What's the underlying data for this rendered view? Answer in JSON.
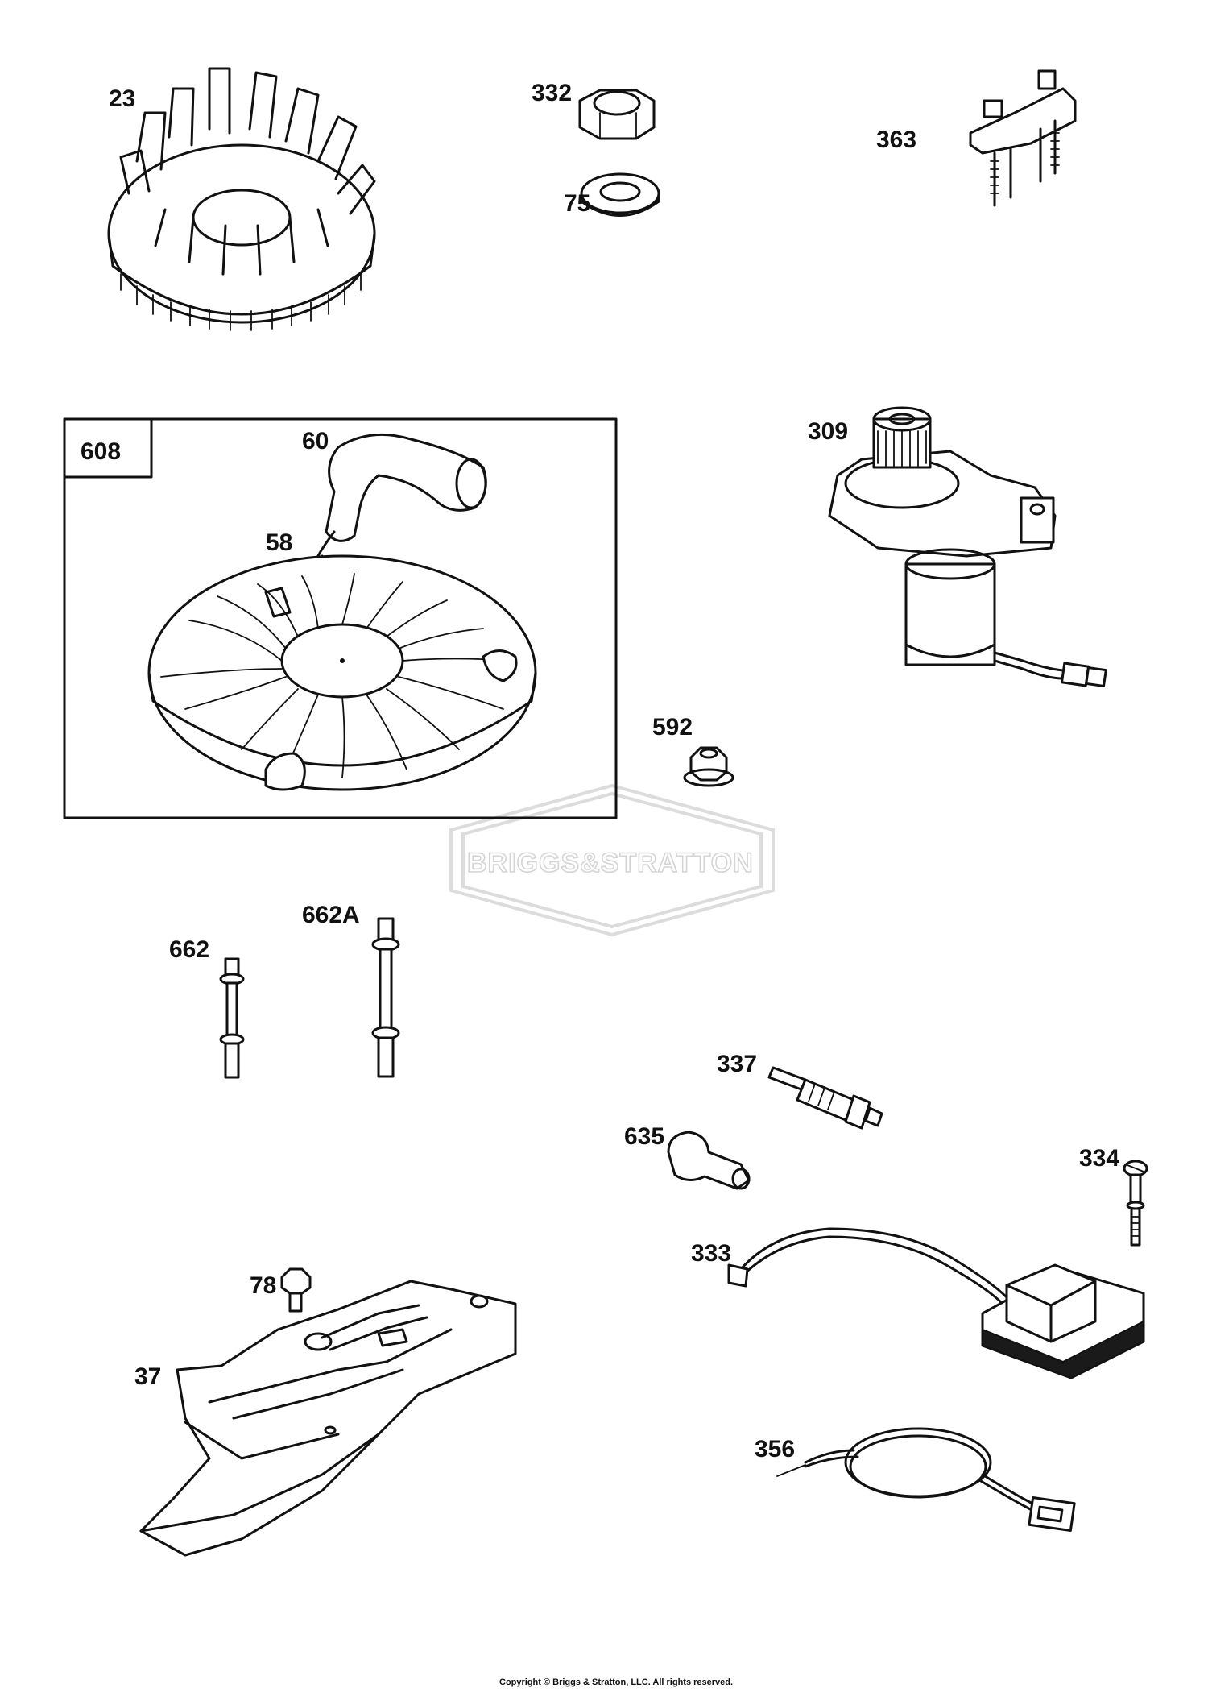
{
  "diagram": {
    "callouts": {
      "p23": "23",
      "p332": "332",
      "p75": "75",
      "p363": "363",
      "p608": "608",
      "p60": "60",
      "p58": "58",
      "p309": "309",
      "p592": "592",
      "p662": "662",
      "p662a": "662A",
      "p337": "337",
      "p635": "635",
      "p334": "334",
      "p333": "333",
      "p78": "78",
      "p37": "37",
      "p356": "356"
    },
    "watermark": "BRIGGS&STRATTON",
    "copyright": "Copyright © Briggs & Stratton, LLC. All rights reserved."
  }
}
